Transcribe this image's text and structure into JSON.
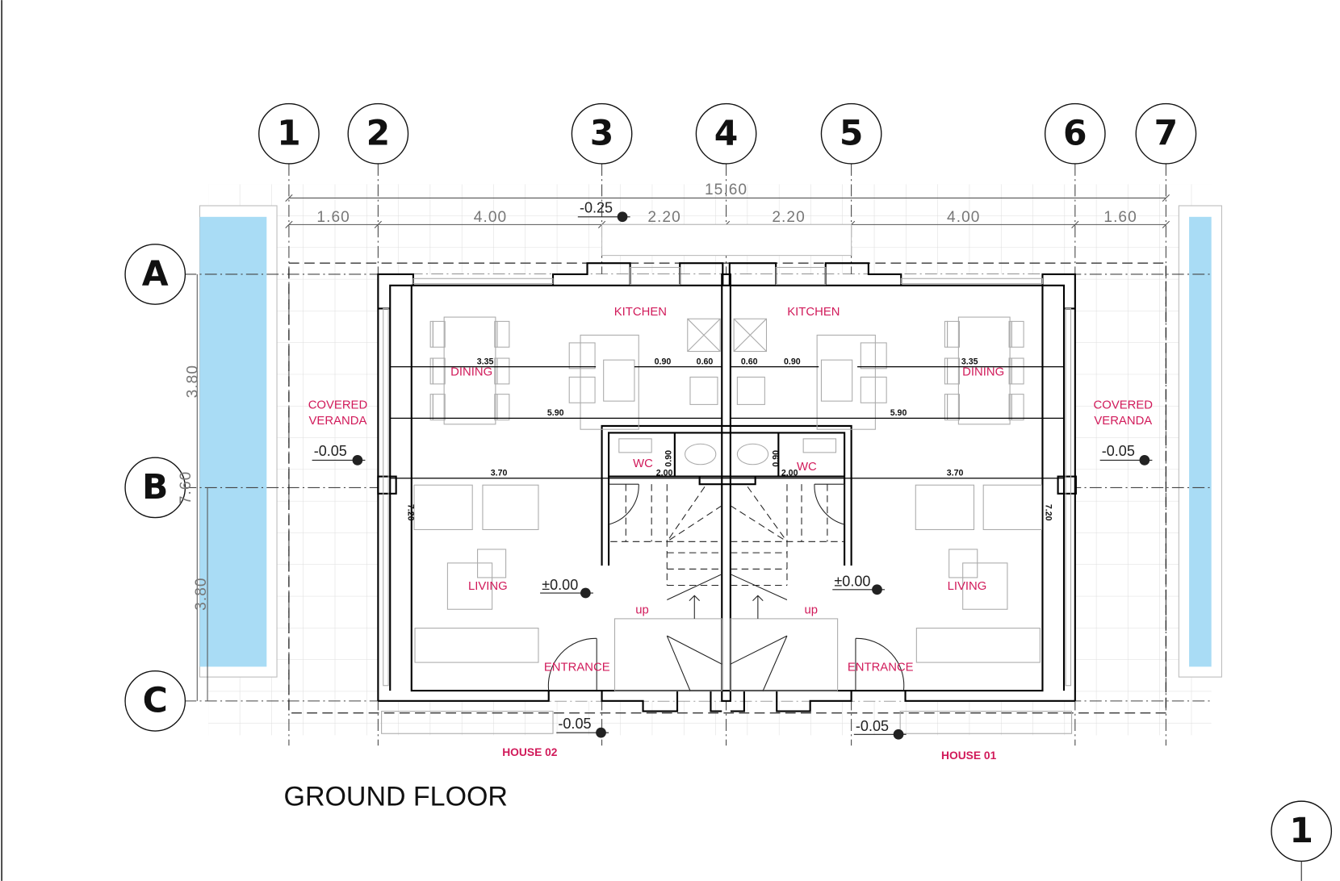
{
  "title": "GROUND FLOOR",
  "sheet_number": "1",
  "grid_columns": [
    "1",
    "2",
    "3",
    "4",
    "5",
    "6",
    "7"
  ],
  "grid_rows": [
    "A",
    "B",
    "C"
  ],
  "dimensions": {
    "overall_width": "15.60",
    "segments": [
      "1.60",
      "4.00",
      "2.20",
      "2.20",
      "4.00",
      "1.60"
    ],
    "left_vertical": {
      "upper": "3.80",
      "total": "7.60",
      "lower": "3.80"
    },
    "interior": {
      "house02": {
        "dining": "3.35",
        "kitchen_a": "0.90",
        "kitchen_b": "0.60",
        "depth": "5.90",
        "living": "3.70",
        "wc_w": "0.90",
        "wc_l": "2.00",
        "height": "7.20"
      },
      "house01": {
        "dining": "3.35",
        "kitchen_a": "0.90",
        "kitchen_b": "0.60",
        "depth": "5.90",
        "living": "3.70",
        "wc_w": "0.90",
        "wc_l": "2.00",
        "height": "7.20"
      }
    }
  },
  "levels": {
    "top": "-0.25",
    "veranda_left": "-0.05",
    "veranda_right": "-0.05",
    "floor_left": "±0.00",
    "floor_right": "±0.00",
    "front_left": "-0.05",
    "front_right": "-0.05"
  },
  "rooms": {
    "house02": {
      "kitchen": "KITCHEN",
      "dining": "DINING",
      "veranda_1": "COVERED",
      "veranda_2": "VERANDA",
      "wc": "WC",
      "living": "LIVING",
      "up": "up",
      "entrance": "ENTRANCE",
      "label": "HOUSE 02"
    },
    "house01": {
      "kitchen": "KITCHEN",
      "dining": "DINING",
      "veranda_1": "COVERED",
      "veranda_2": "VERANDA",
      "wc": "WC",
      "living": "LIVING",
      "up": "up",
      "entrance": "ENTRANCE",
      "label": "HOUSE 01"
    }
  },
  "colors": {
    "pool": "#a9dcf5",
    "labels": "#d11a5a"
  }
}
